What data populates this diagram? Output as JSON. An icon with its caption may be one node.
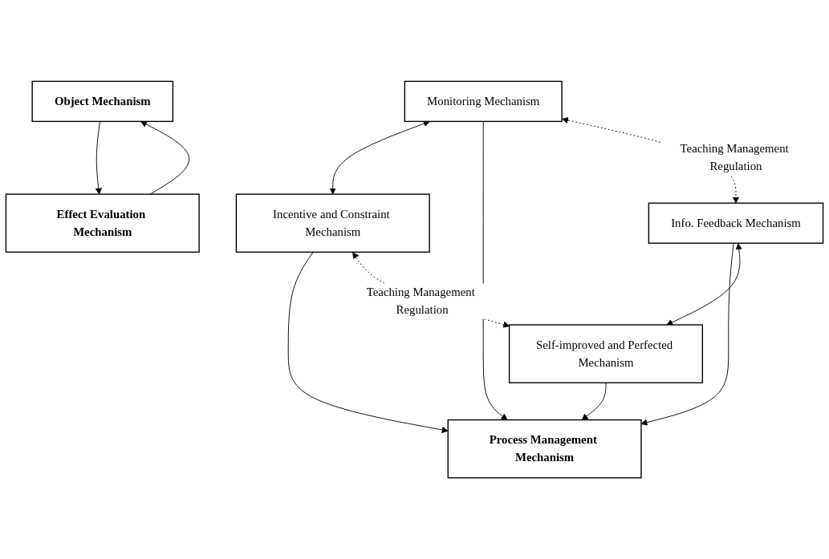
{
  "diagram": {
    "nodes": [
      {
        "text": [
          "Monitoring Mechanism"
        ]
      },
      {
        "text": [
          "Incentive and Constraint Mechanism"
        ]
      },
      {
        "text": [
          "Object Mechanism"
        ]
      },
      {
        "text": [
          "Process Management Mechanism"
        ]
      },
      {
        "text": [
          "Effect Evaluation Mechanism"
        ]
      },
      {
        "text": [
          "Info. Feedback Mechanism"
        ]
      },
      {
        "text": [
          "Self-improved and Perfected Mechanism"
        ]
      }
    ],
    "edges": [
      {
        "from": 4,
        "to": 2,
        "arrow": "to"
      },
      {
        "from": 2,
        "to": 4,
        "arrow": "to"
      },
      {
        "from": 0,
        "to": 1,
        "arrow": "both"
      },
      {
        "from": 0,
        "to": 3,
        "arrow": "to"
      },
      {
        "from": 1,
        "to": 3,
        "arrow": "to"
      },
      {
        "from": 0,
        "to": 5,
        "arrow": "both",
        "style": "dashed",
        "label": "Teaching Management Regulation"
      },
      {
        "from": 1,
        "to": 6,
        "arrow": "both",
        "style": "dashed",
        "label": "Teaching Management Regulation"
      },
      {
        "from": 5,
        "to": 3,
        "arrow": "to"
      },
      {
        "from": 6,
        "to": 3,
        "arrow": "to"
      },
      {
        "from": 5,
        "to": 6,
        "arrow": "both"
      }
    ]
  }
}
